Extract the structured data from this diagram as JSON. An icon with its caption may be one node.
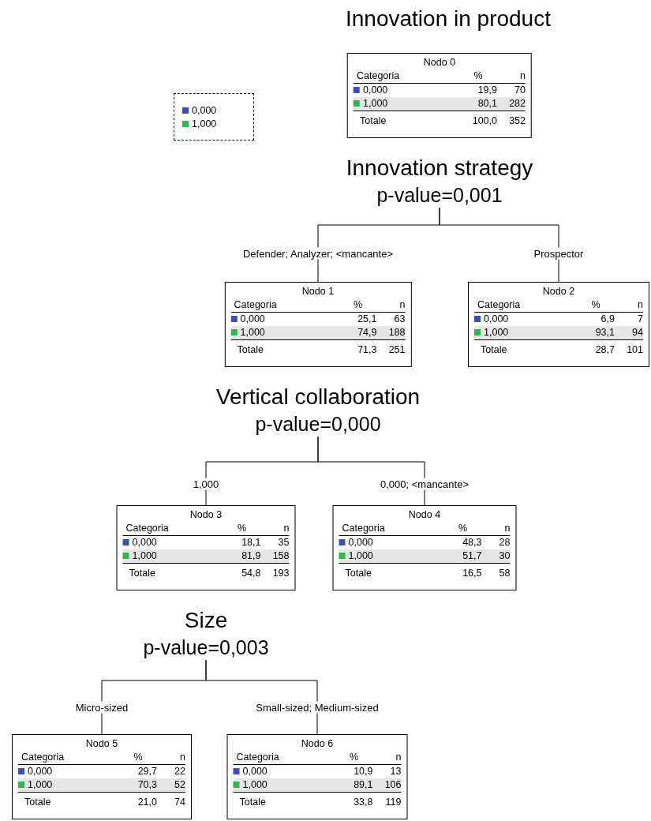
{
  "diagram": {
    "title": "Innovation in product",
    "nodes": [
      {
        "text": [
          "Nodo 0",
          "Categoria",
          "%",
          "n",
          "0,000",
          "19,9",
          "70",
          "1,000",
          "80,1",
          "282",
          "Totale",
          "100,0",
          "352"
        ],
        "beside": [
          "Innovation strategy",
          "p-value=0,001"
        ]
      },
      {
        "text": [
          "Nodo 1",
          "Categoria",
          "%",
          "n",
          "0,000",
          "25,1",
          "63",
          "1,000",
          "74,9",
          "188",
          "Totale",
          "71,3",
          "251"
        ],
        "beside": [
          "Vertical collaboration",
          "p-value=0,000"
        ]
      },
      {
        "text": [
          "Nodo 2",
          "Categoria",
          "%",
          "n",
          "0,000",
          "6,9",
          "7",
          "1,000",
          "93,1",
          "94",
          "Totale",
          "28,7",
          "101"
        ]
      },
      {
        "text": [
          "Nodo 3",
          "Categoria",
          "%",
          "n",
          "0,000",
          "18,1",
          "35",
          "1,000",
          "81,9",
          "158",
          "Totale",
          "54,8",
          "193"
        ],
        "beside": [
          "Size",
          "p-value=0,003"
        ]
      },
      {
        "text": [
          "Nodo 4",
          "Categoria",
          "%",
          "n",
          "0,000",
          "48,3",
          "28",
          "1,000",
          "51,7",
          "30",
          "Totale",
          "16,5",
          "58"
        ]
      },
      {
        "text": [
          "Nodo 5",
          "Categoria",
          "%",
          "n",
          "0,000",
          "29,7",
          "22",
          "1,000",
          "70,3",
          "52",
          "Totale",
          "21,0",
          "74"
        ]
      },
      {
        "text": [
          "Nodo 6",
          "Categoria",
          "%",
          "n",
          "0,000",
          "10,9",
          "13",
          "1,000",
          "89,1",
          "106",
          "Totale",
          "33,8",
          "119"
        ]
      }
    ],
    "edges": [
      {
        "from": 0,
        "to": 1,
        "arrow": "none",
        "label": "Defender; Analyzer; <mancante>"
      },
      {
        "from": 0,
        "to": 2,
        "arrow": "none",
        "label": "Prospector"
      },
      {
        "from": 1,
        "to": 3,
        "arrow": "none",
        "label": "1,000"
      },
      {
        "from": 1,
        "to": 4,
        "arrow": "none",
        "label": "0,000; <mancante>"
      },
      {
        "from": 3,
        "to": 5,
        "arrow": "none",
        "label": "Micro-sized"
      },
      {
        "from": 3,
        "to": 6,
        "arrow": "none",
        "label": "Small-sized; Medium-sized"
      }
    ],
    "legend": [
      {
        "text": "0,000",
        "color": "#3a4fb8"
      },
      {
        "text": "1,000",
        "color": "#2cb84a"
      }
    ]
  }
}
